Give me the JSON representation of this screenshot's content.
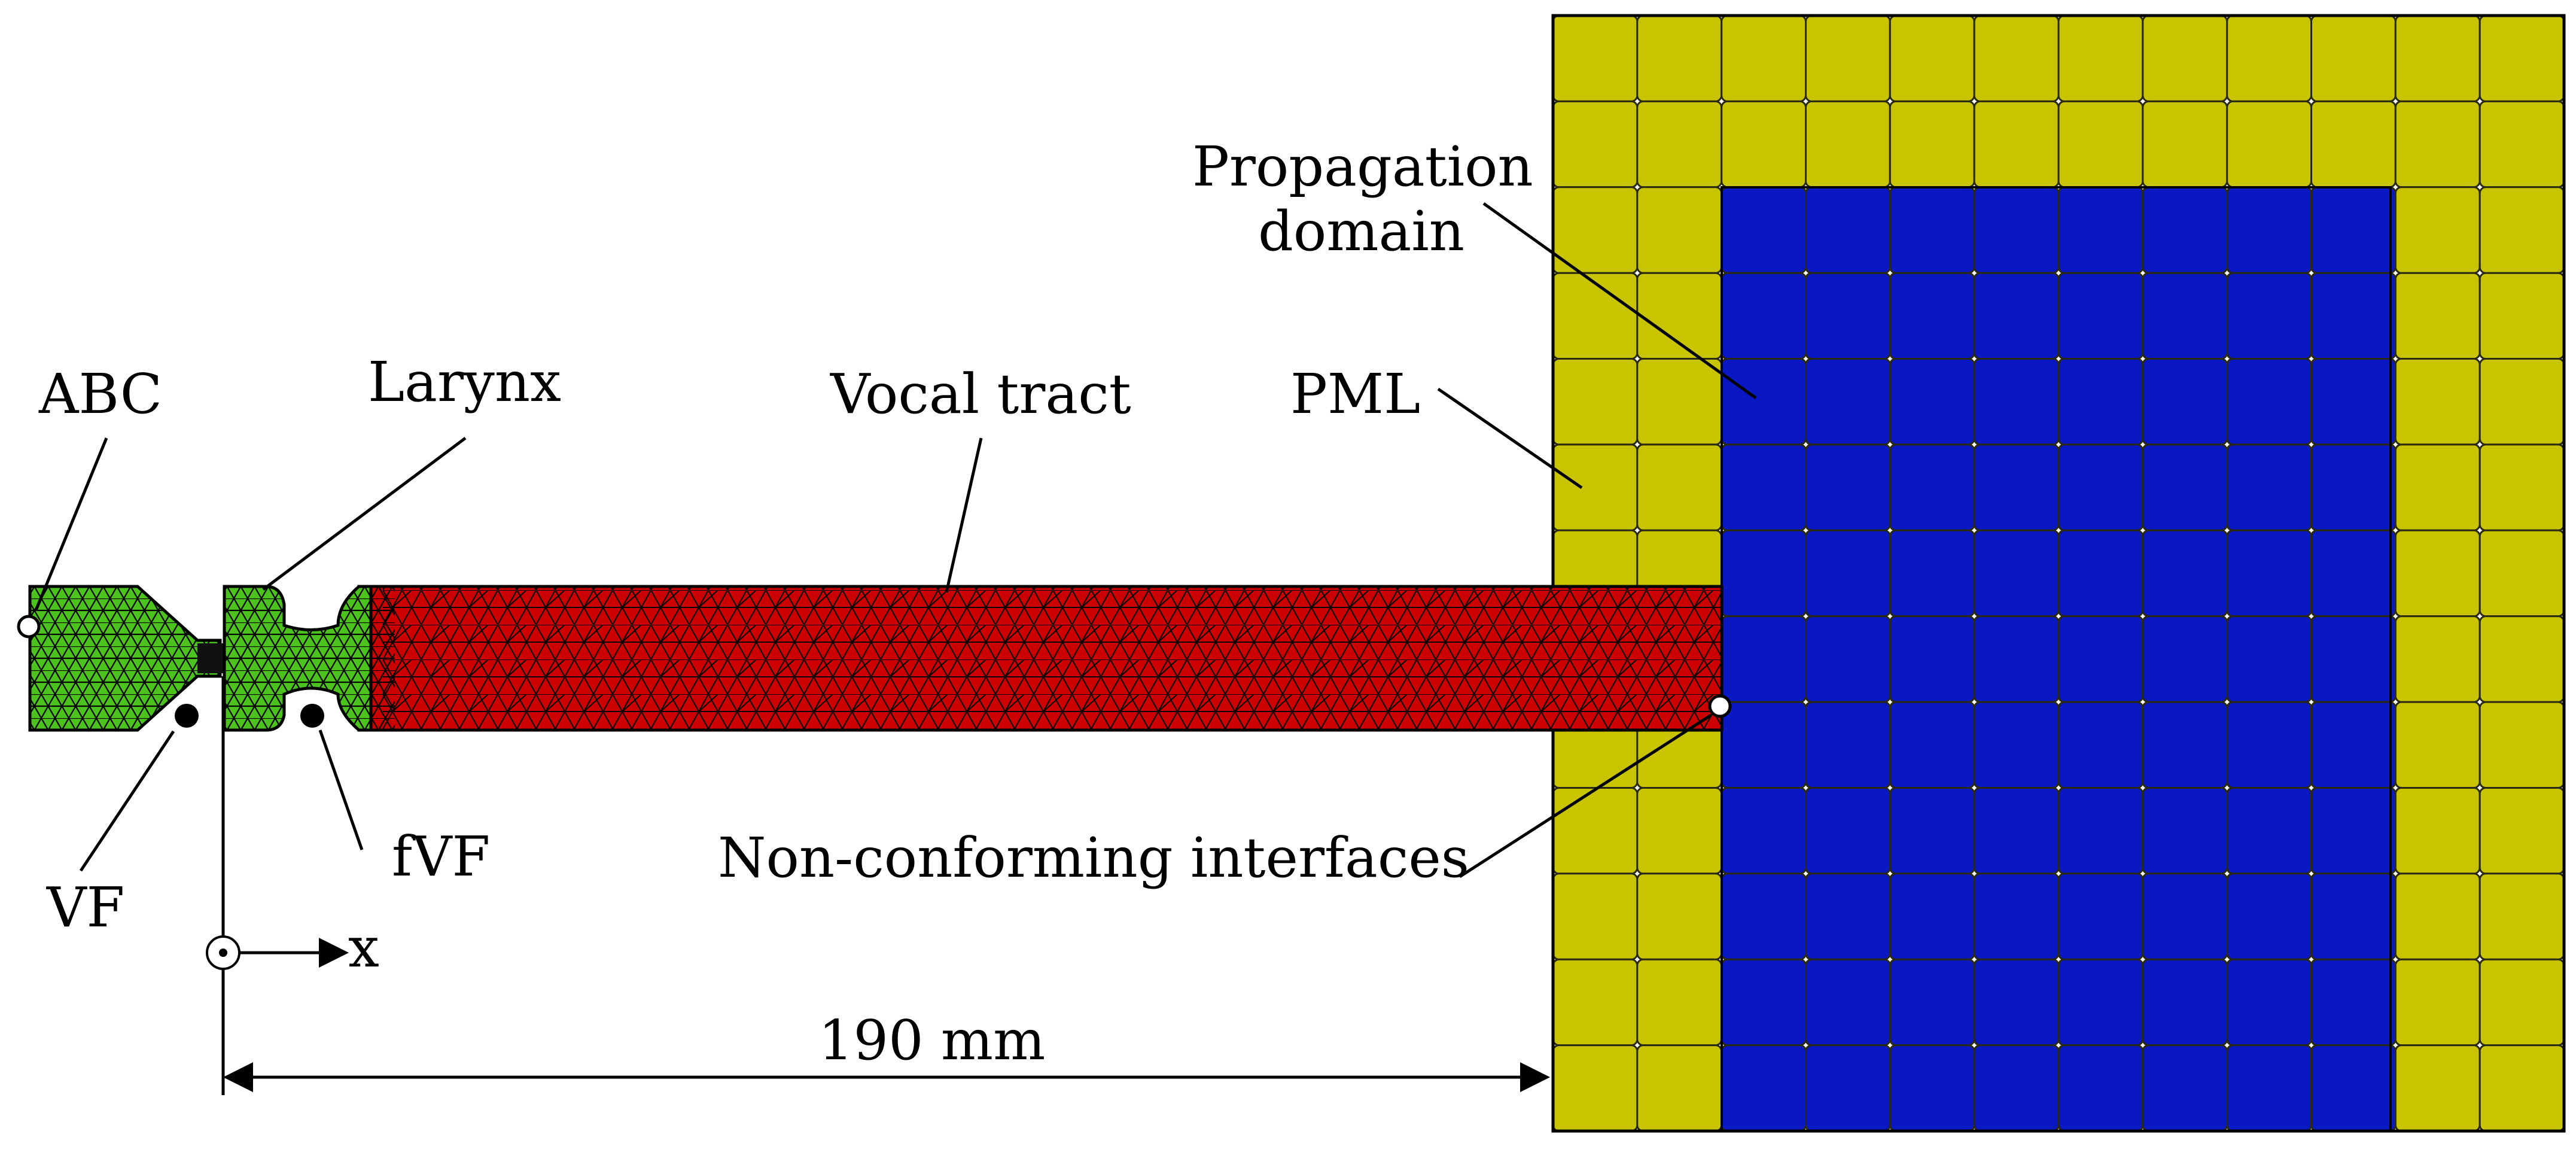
{
  "labels": {
    "abc": "ABC",
    "larynx": "Larynx",
    "vocal_tract": "Vocal tract",
    "pml": "PML",
    "propagation_line1": "Propagation",
    "propagation_line2": "domain",
    "vf": "VF",
    "fvf": "fVF",
    "non_conforming": "Non-conforming interfaces",
    "x_axis": "x",
    "dimension": "190 mm"
  },
  "colors": {
    "larynx_mesh": "#4cc21f",
    "vocal_tract_mesh": "#cc0000",
    "pml": "#c9c400",
    "propagation_domain": "#0a18c4",
    "mesh_lines": "#000000",
    "background": "#ffffff"
  },
  "grid": {
    "columns": 12,
    "rows": 13
  }
}
